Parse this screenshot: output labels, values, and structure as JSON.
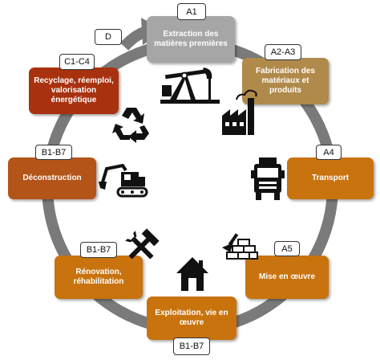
{
  "colors": {
    "ring": "#7a7a7a",
    "grey": "#a6a6a6",
    "tan": "#b08a4a",
    "orange": "#c8730e",
    "brown": "#b35418",
    "red": "#a8320f"
  },
  "stages": [
    {
      "id": "extraction",
      "code": "A1",
      "label": "Extraction des matières premières",
      "color": "#a6a6a6"
    },
    {
      "id": "fabrication",
      "code": "A2-A3",
      "label": "Fabrication des matériaux et produits",
      "color": "#b08a4a"
    },
    {
      "id": "transport",
      "code": "A4",
      "label": "Transport",
      "color": "#c8730e"
    },
    {
      "id": "mise-en-oeuvre",
      "code": "A5",
      "label": "Mise en œuvre",
      "color": "#c8730e"
    },
    {
      "id": "exploitation",
      "code": "B1-B7",
      "label": "Exploitation, vie en œuvre",
      "color": "#c8730e"
    },
    {
      "id": "renovation",
      "code": "B1-B7",
      "label": "Rénovation, réhabilitation",
      "color": "#c8730e"
    },
    {
      "id": "deconstruction",
      "code": "B1-B7",
      "label": "Déconstruction",
      "color": "#b35418"
    },
    {
      "id": "recyclage",
      "code": "C1-C4",
      "label": "Recyclage, réemploi, valorisation énergétique",
      "color": "#a8320f"
    }
  ],
  "extra_tag": "D",
  "icons": [
    "oil-pump-icon",
    "factory-icon",
    "truck-icon",
    "trowel-bricks-icon",
    "house-icon",
    "hammer-wrench-icon",
    "excavator-icon",
    "recycle-icon"
  ]
}
